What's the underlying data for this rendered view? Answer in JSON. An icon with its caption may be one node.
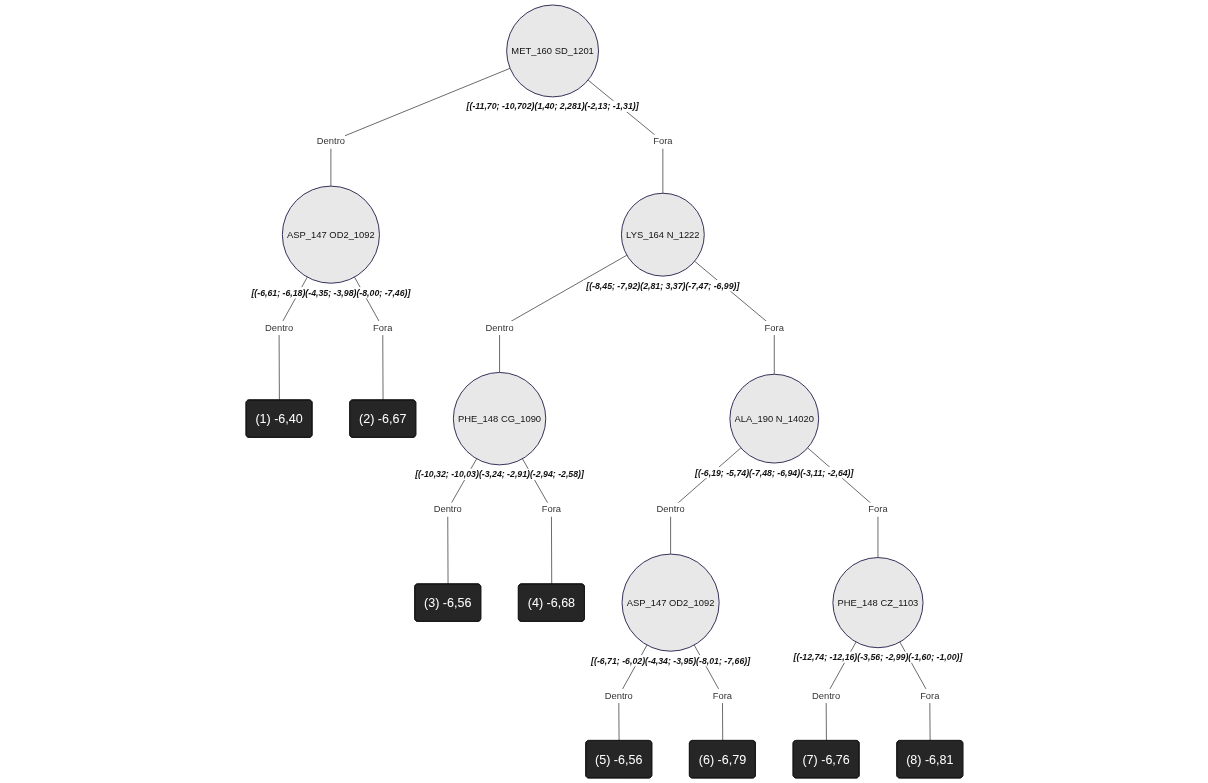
{
  "diagram": {
    "nodes": [
      {
        "text": [
          "MET_160 SD_1201"
        ],
        "beside": [
          "[(-11,70; -10,702)(1,40; 2,281)(-2,13; -1,31)]"
        ]
      },
      {
        "text": [
          "ASP_147 OD2_1092"
        ],
        "beside": [
          "[(-6,61; -6,18)(-4,35; -3,98)(-8,00; -7,46)]"
        ]
      },
      {
        "text": [
          "LYS_164 N_1222"
        ],
        "beside": [
          "[(-8,45; -7,92)(2,81; 3,37)(-7,47; -6,99)]"
        ]
      },
      {
        "text": [
          "(1) -6,40"
        ]
      },
      {
        "text": [
          "(2) -6,67"
        ]
      },
      {
        "text": [
          "PHE_148 CG_1090"
        ],
        "beside": [
          "[(-10,32; -10,03)(-3,24; -2,91)(-2,94; -2,58)]"
        ]
      },
      {
        "text": [
          "ALA_190 N_14020"
        ],
        "beside": [
          "[(-6,19; -5,74)(-7,48; -6,94)(-3,11; -2,64)]"
        ]
      },
      {
        "text": [
          "(3) -6,56"
        ]
      },
      {
        "text": [
          "(4) -6,68"
        ]
      },
      {
        "text": [
          "ASP_147 OD2_1092"
        ],
        "beside": [
          "[(-6,71; -6,02)(-4,34; -3,95)(-8,01; -7,66)]"
        ]
      },
      {
        "text": [
          "PHE_148 CZ_1103"
        ],
        "beside": [
          "[(-12,74; -12,16)(-3,56; -2,99)(-1,60; -1,00)]"
        ]
      },
      {
        "text": [
          "(5) -6,56"
        ]
      },
      {
        "text": [
          "(6) -6,79"
        ]
      },
      {
        "text": [
          "(7) -6,76"
        ]
      },
      {
        "text": [
          "(8) -6,81"
        ]
      }
    ],
    "edges": [
      {
        "from": 0,
        "to": 1,
        "arrow": "none",
        "label": "Dentro"
      },
      {
        "from": 0,
        "to": 2,
        "arrow": "none",
        "label": "Fora"
      },
      {
        "from": 1,
        "to": 3,
        "arrow": "none",
        "label": "Dentro"
      },
      {
        "from": 1,
        "to": 4,
        "arrow": "none",
        "label": "Fora"
      },
      {
        "from": 2,
        "to": 5,
        "arrow": "none",
        "label": "Dentro"
      },
      {
        "from": 2,
        "to": 6,
        "arrow": "none",
        "label": "Fora"
      },
      {
        "from": 5,
        "to": 7,
        "arrow": "none",
        "label": "Dentro"
      },
      {
        "from": 5,
        "to": 8,
        "arrow": "none",
        "label": "Fora"
      },
      {
        "from": 6,
        "to": 9,
        "arrow": "none",
        "label": "Dentro"
      },
      {
        "from": 6,
        "to": 10,
        "arrow": "none",
        "label": "Fora"
      },
      {
        "from": 9,
        "to": 11,
        "arrow": "none",
        "label": "Dentro"
      },
      {
        "from": 9,
        "to": 12,
        "arrow": "none",
        "label": "Fora"
      },
      {
        "from": 10,
        "to": 13,
        "arrow": "none",
        "label": "Dentro"
      },
      {
        "from": 10,
        "to": 14,
        "arrow": "none",
        "label": "Fora"
      }
    ]
  }
}
